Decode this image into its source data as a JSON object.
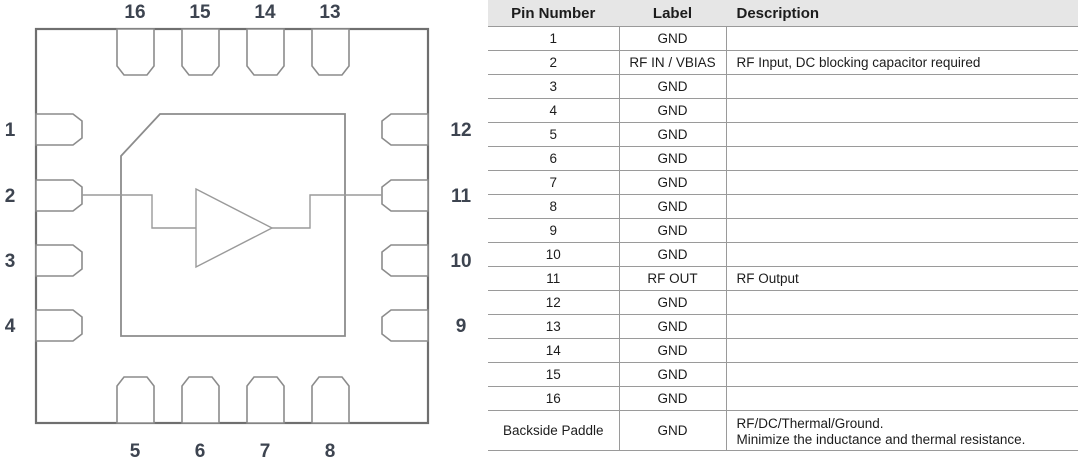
{
  "diagram": {
    "title": "qfn-16-package-pinout",
    "package_type": "QFN-16",
    "pins_top": [
      "16",
      "15",
      "14",
      "13"
    ],
    "pins_left": [
      "1",
      "2",
      "3",
      "4"
    ],
    "pins_bottom": [
      "5",
      "6",
      "7",
      "8"
    ],
    "pins_right": [
      "12",
      "11",
      "10",
      "9"
    ],
    "internal_symbol": "amplifier-triangle",
    "rf_input_pin": "2",
    "rf_output_pin": "11",
    "line_color": "#8c8c8c",
    "outline_color": "#6f6f6f",
    "label_color": "#3d4450"
  },
  "table": {
    "name": "pin-description-table",
    "header_background": "#e6e6e6",
    "border_color": "#9a9a9a",
    "columns": [
      "Pin Number",
      "Label",
      "Description"
    ],
    "rows": [
      {
        "number": "1",
        "label": "GND",
        "description": ""
      },
      {
        "number": "2",
        "label": "RF IN / VBIAS",
        "description": "RF Input, DC blocking capacitor required"
      },
      {
        "number": "3",
        "label": "GND",
        "description": ""
      },
      {
        "number": "4",
        "label": "GND",
        "description": ""
      },
      {
        "number": "5",
        "label": "GND",
        "description": ""
      },
      {
        "number": "6",
        "label": "GND",
        "description": ""
      },
      {
        "number": "7",
        "label": "GND",
        "description": ""
      },
      {
        "number": "8",
        "label": "GND",
        "description": ""
      },
      {
        "number": "9",
        "label": "GND",
        "description": ""
      },
      {
        "number": "10",
        "label": "GND",
        "description": ""
      },
      {
        "number": "11",
        "label": "RF OUT",
        "description": "RF Output"
      },
      {
        "number": "12",
        "label": "GND",
        "description": ""
      },
      {
        "number": "13",
        "label": "GND",
        "description": ""
      },
      {
        "number": "14",
        "label": "GND",
        "description": ""
      },
      {
        "number": "15",
        "label": "GND",
        "description": ""
      },
      {
        "number": "16",
        "label": "GND",
        "description": ""
      }
    ],
    "paddle_row": {
      "number": "Backside Paddle",
      "label": "GND",
      "description_line1": "RF/DC/Thermal/Ground.",
      "description_line2": "Minimize the inductance and thermal resistance."
    }
  }
}
